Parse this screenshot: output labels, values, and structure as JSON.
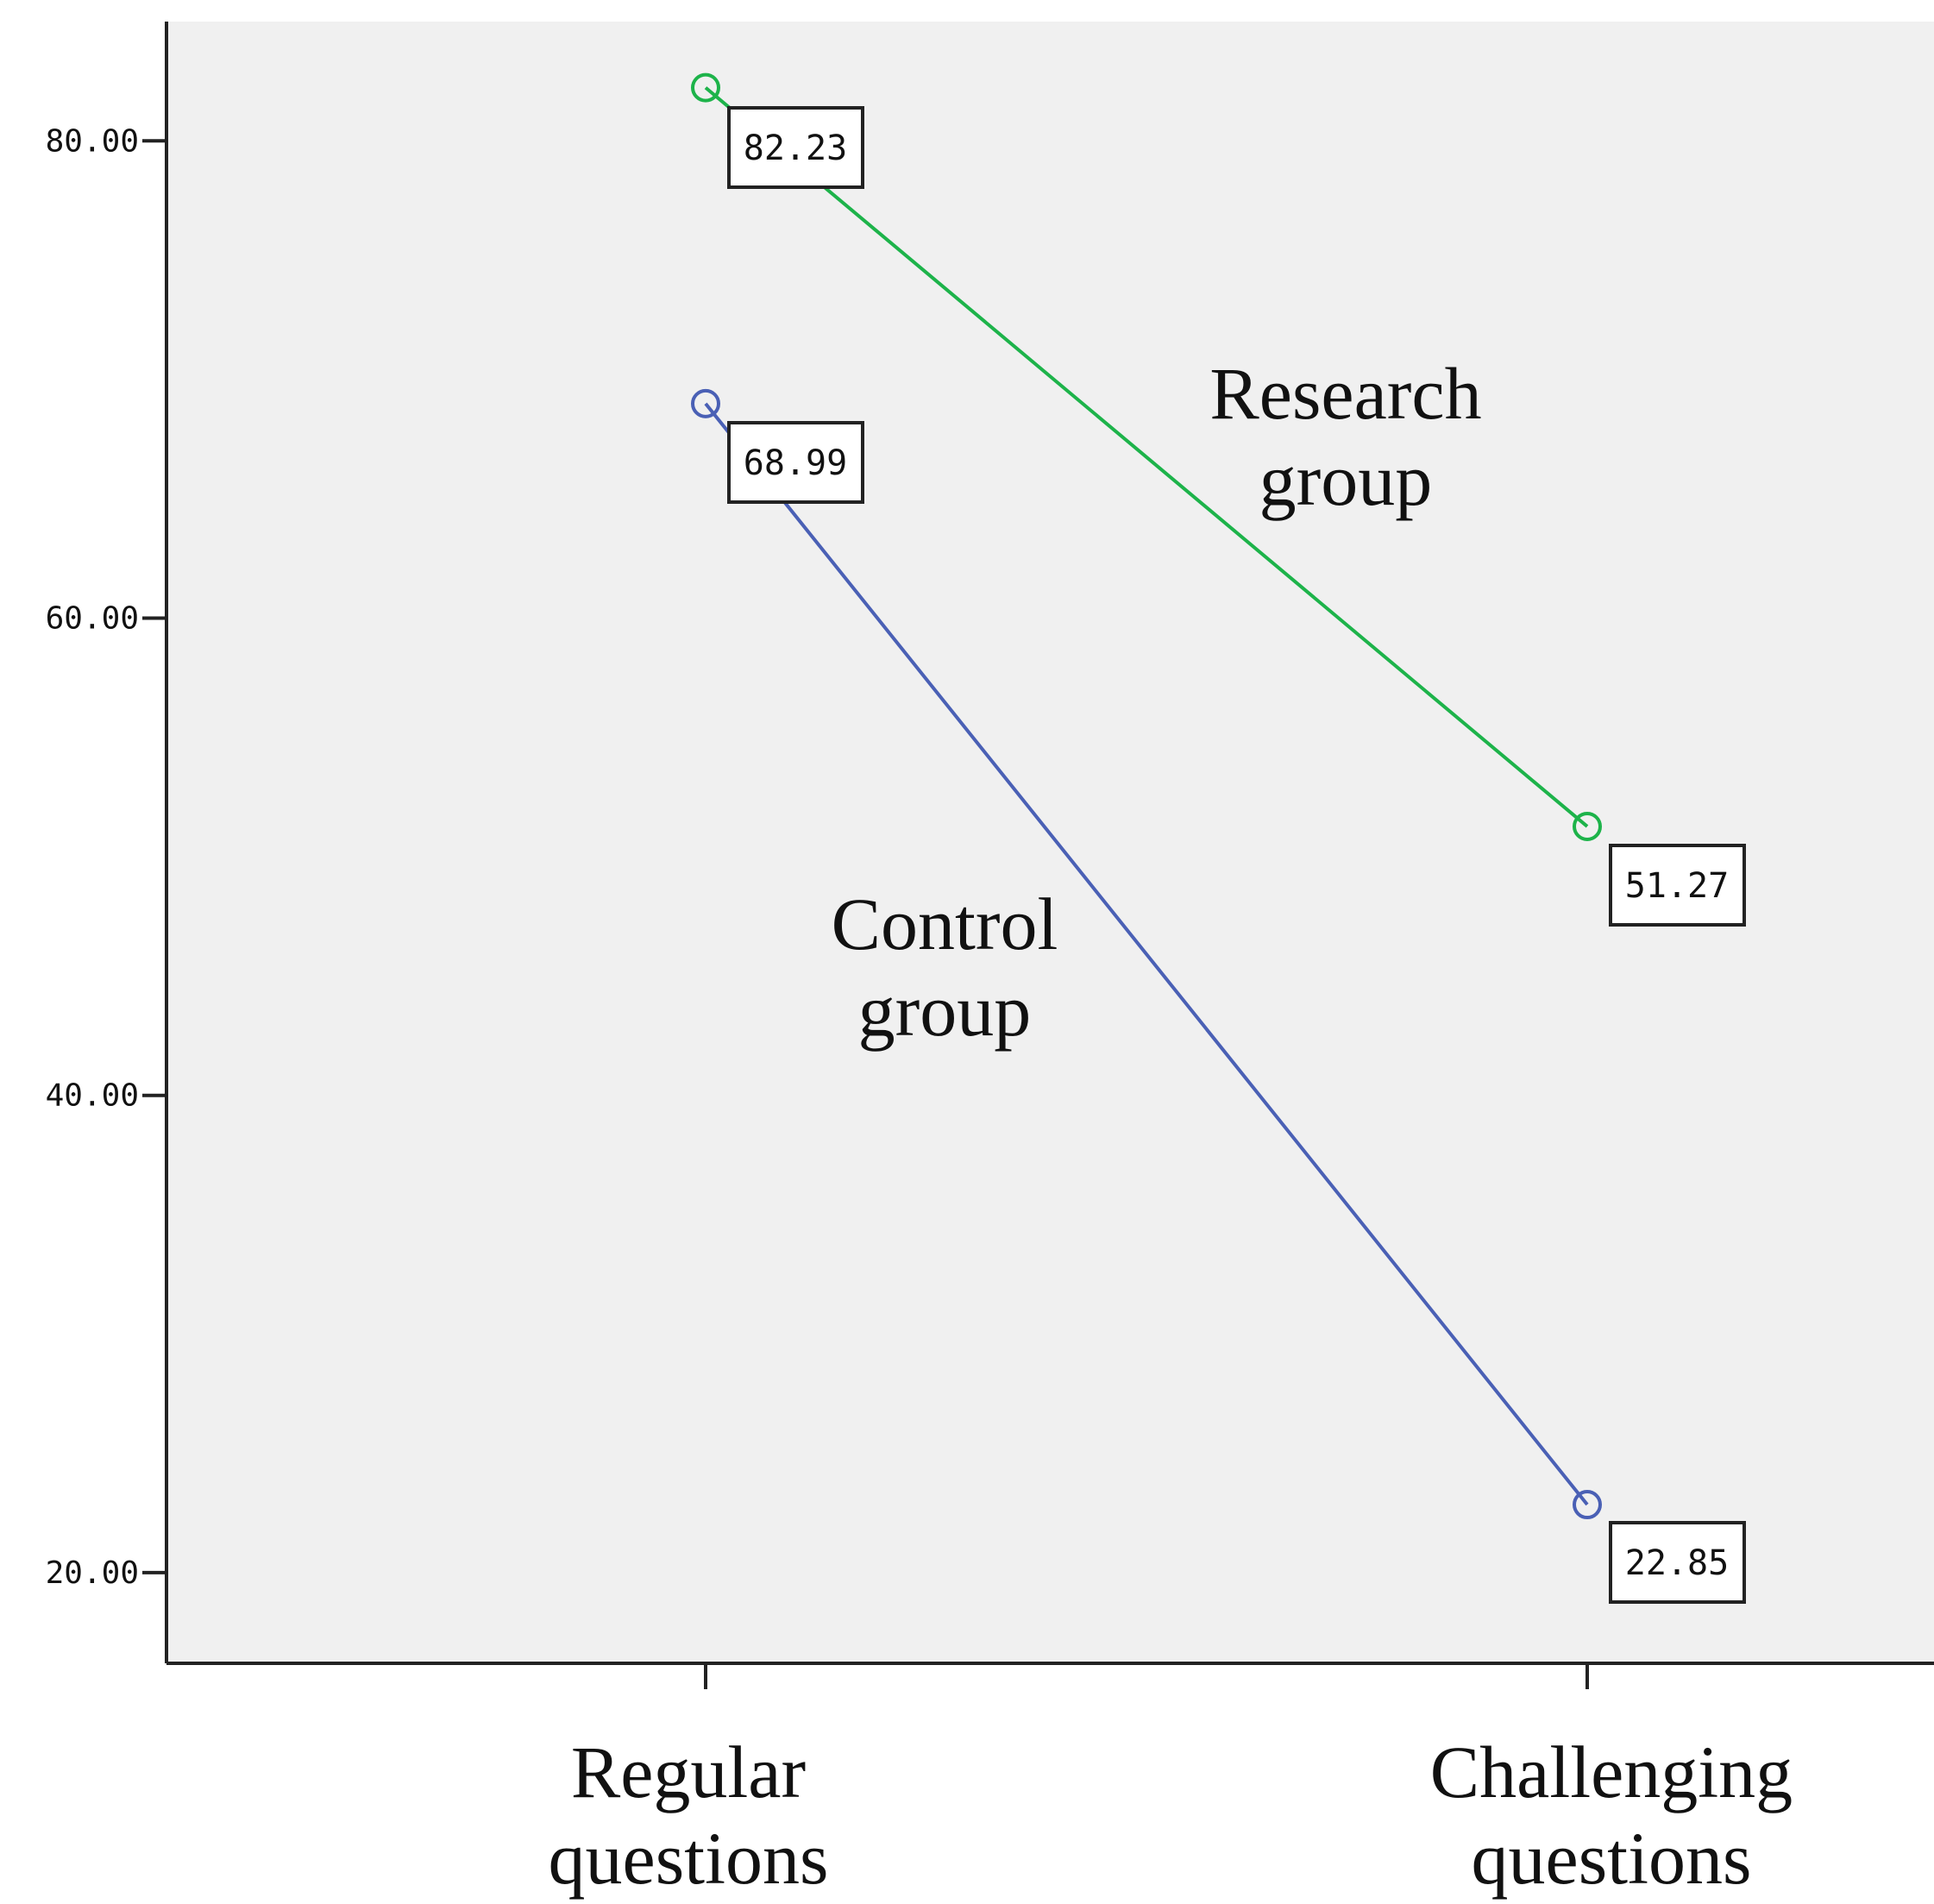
{
  "chart_data": {
    "type": "line",
    "categories": [
      "Regular questions",
      "Challenging questions"
    ],
    "category_lines": [
      [
        "Regular",
        "questions"
      ],
      [
        "Challenging",
        "questions"
      ]
    ],
    "series": [
      {
        "name": "Research group",
        "label_lines": [
          "Research",
          "group"
        ],
        "values": [
          82.23,
          51.27
        ],
        "color": "#1db34a"
      },
      {
        "name": "Control group",
        "label_lines": [
          "Control",
          "group"
        ],
        "values": [
          68.99,
          22.85
        ],
        "color": "#4a60b5"
      }
    ],
    "data_labels": [
      "82.23",
      "51.27",
      "68.99",
      "22.85"
    ],
    "yticks": [
      20,
      40,
      60,
      80
    ],
    "ytick_labels": [
      "20.00",
      "40.00",
      "60.00",
      "80.00"
    ],
    "ylim": [
      16.2,
      85.0
    ],
    "title": "",
    "xlabel": "",
    "ylabel": "",
    "plot_background": "#f0f0f0",
    "grid": false,
    "legend": "none"
  }
}
